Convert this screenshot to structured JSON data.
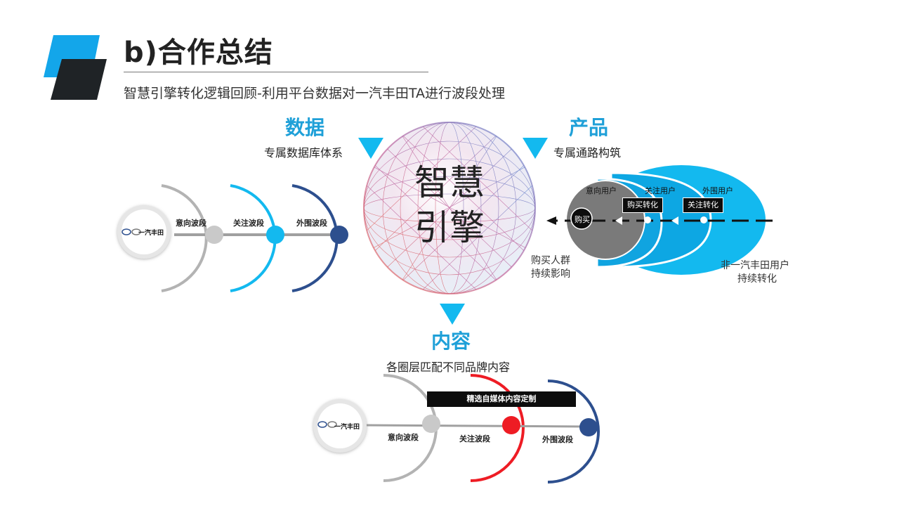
{
  "header": {
    "title": "b)合作总结",
    "subtitle": "智慧引擎转化逻辑回顾-利用平台数据对一汽丰田TA进行波段处理"
  },
  "center": {
    "line1": "智慧",
    "line2": "引擎"
  },
  "data_section": {
    "heading": "数据",
    "subheading": "专属数据库体系",
    "logo_text": "一汽丰田",
    "stages": [
      "意向波段",
      "关注波段",
      "外围波段"
    ]
  },
  "product_section": {
    "heading": "产品",
    "subheading": "专属通路构筑",
    "users": [
      "意向用户",
      "关注用户",
      "外围用户"
    ],
    "buy_label": "购买",
    "tags": [
      "购买转化",
      "关注转化"
    ],
    "note_left_1": "购买人群",
    "note_left_2": "持续影响",
    "note_right_1": "非一汽丰田用户",
    "note_right_2": "持续转化"
  },
  "content_section": {
    "heading": "内容",
    "subheading": "各圈层匹配不同品牌内容",
    "logo_text": "一汽丰田",
    "bar_label": "精选自媒体内容定制",
    "stages": [
      "意向波段",
      "关注波段",
      "外围波段"
    ]
  },
  "colors": {
    "accent_blue": "#1fa0d8",
    "cyan": "#13b9ef",
    "navy": "#2d4f8e",
    "gray": "#bdbdbd",
    "red": "#ee1c24"
  }
}
